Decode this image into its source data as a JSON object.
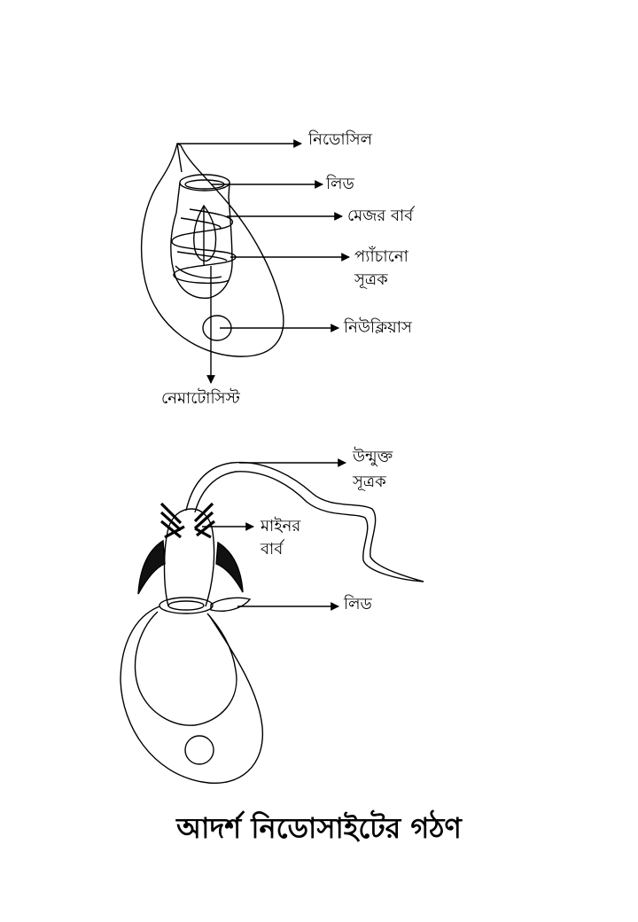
{
  "top_diagram": {
    "labels": {
      "cnidocil": "নিডোসিল",
      "lid": "লিড",
      "major_barb": "মেজর বার্ব",
      "coiled_thread_line1": "প্যাঁচানো",
      "coiled_thread_line2": "সূত্রক",
      "nucleus": "নিউক্লিয়াস",
      "nematocyst": "নেমাটোসিস্ট"
    }
  },
  "bottom_diagram": {
    "labels": {
      "released_thread_line1": "উন্মুক্ত",
      "released_thread_line2": "সূত্রক",
      "minor_barb_line1": "মাইনর",
      "minor_barb_line2": "বার্ব",
      "lid": "লিড"
    }
  },
  "title": "আদর্শ নিডোসাইটের গঠণ"
}
